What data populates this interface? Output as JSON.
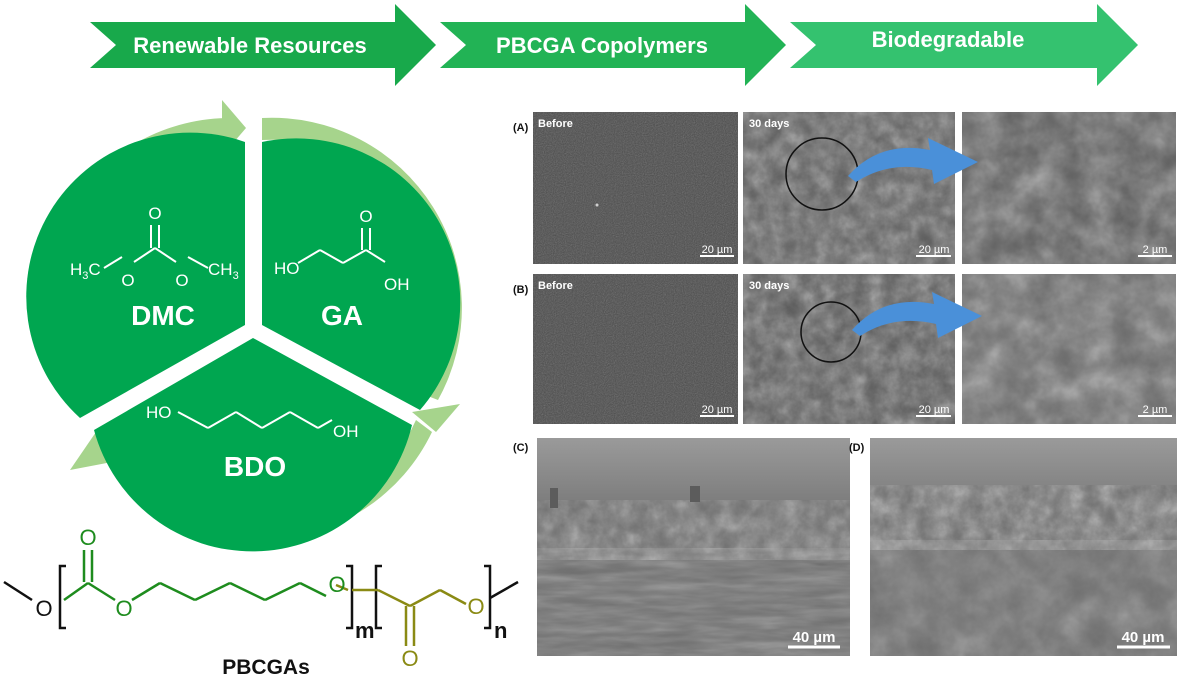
{
  "process_steps": [
    "Renewable Resources",
    "PBCGA Copolymers",
    "Biodegradable"
  ],
  "monomers": {
    "dmc": {
      "name": "DMC",
      "h3c": "H",
      "sub3": "3",
      "c_left": "C",
      "o1": "O",
      "o2": "O",
      "o_top": "O",
      "c_right": "CH",
      "sub3b": "3"
    },
    "ga": {
      "name": "GA",
      "ho": "HO",
      "oh": "OH",
      "o_top": "O"
    },
    "bdo": {
      "name": "BDO",
      "ho": "HO",
      "oh": "OH"
    }
  },
  "polymer": {
    "name": "PBCGAs",
    "o_left": "O",
    "o_carbonate_top": "O",
    "o_mid": "O",
    "o_right": "O",
    "o_ga_bottom": "O",
    "o_end": "O",
    "sub_m": "m",
    "sub_n": "n"
  },
  "colors": {
    "arrow_dark": "#18a94b",
    "arrow_light": "#2fbe6a",
    "wheel_green": "#00a650",
    "wheel_ring": "#a6d48c",
    "carbonate_green": "#1e8c1e",
    "ga_olive": "#8a8a14"
  },
  "sem_panels": {
    "A": {
      "letter": "(A)",
      "before": "Before",
      "after": "30 days",
      "scales": [
        "20 µm",
        "20 µm",
        "2 µm"
      ]
    },
    "B": {
      "letter": "(B)",
      "before": "Before",
      "after": "30 days",
      "scales": [
        "20 µm",
        "20 µm",
        "2 µm"
      ]
    },
    "C": {
      "letter": "(C)",
      "scale": "40 µm"
    },
    "D": {
      "letter": "(D)",
      "scale": "40 µm"
    }
  }
}
